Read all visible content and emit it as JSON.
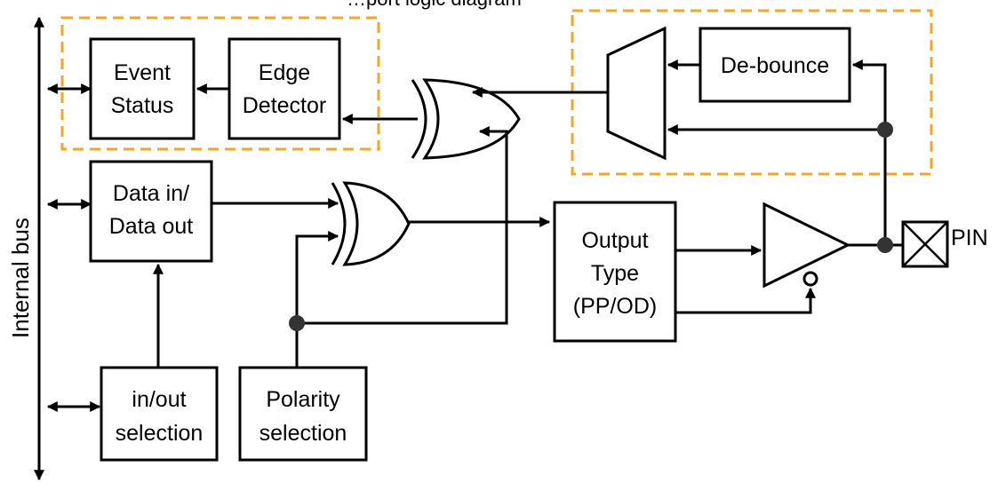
{
  "diagram": {
    "caption_fragment": "…port logic diagram",
    "internal_bus": "Internal bus",
    "boxes": {
      "event_status": [
        "Event",
        "Status"
      ],
      "edge_detector": [
        "Edge",
        "Detector"
      ],
      "data_io": [
        "Data in/",
        "Data out"
      ],
      "debounce": "De-bounce",
      "output_type": [
        "Output",
        "Type",
        "(PP/OD)"
      ],
      "inout_selection": [
        "in/out",
        "selection"
      ],
      "polarity_selection": [
        "Polarity",
        "selection"
      ]
    },
    "pin_label": "PIN"
  },
  "colors": {
    "highlight_dash": "#F5A623",
    "line": "#000000",
    "junction": "#333333"
  }
}
